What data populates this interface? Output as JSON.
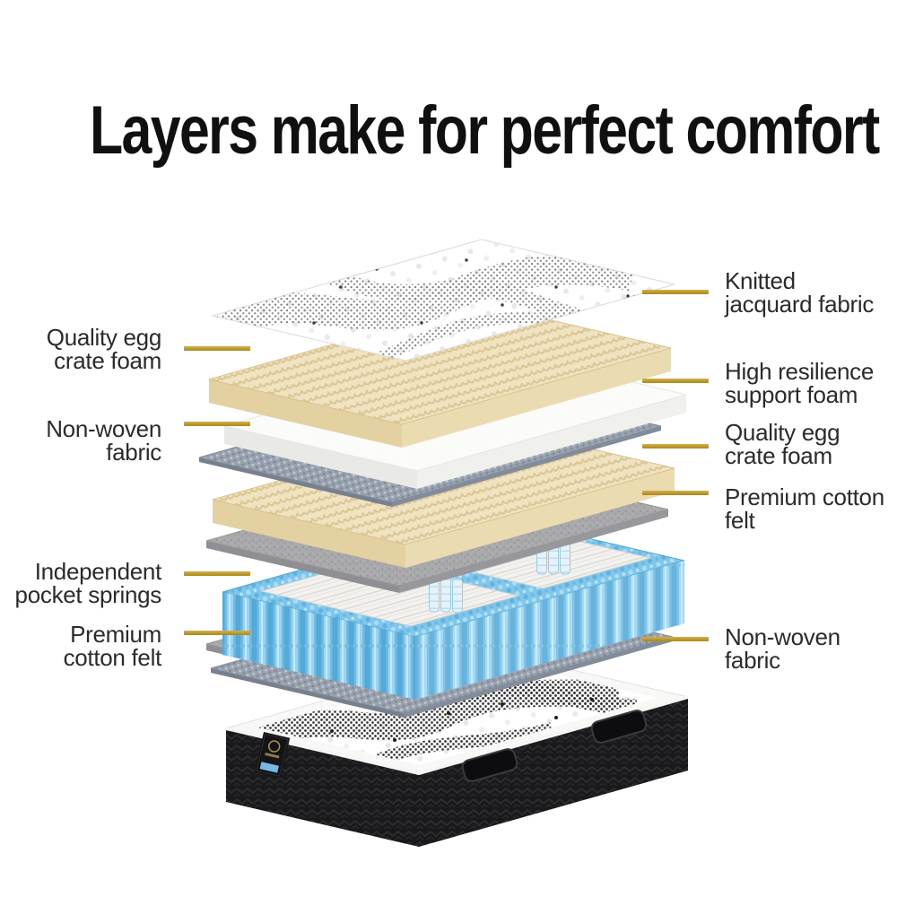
{
  "title": "Layers make for perfect comfort",
  "callouts": {
    "left": [
      {
        "label": "Quality egg\ncrate foam"
      },
      {
        "label": "Non-woven\nfabric"
      },
      {
        "label": "Independent\npocket springs"
      },
      {
        "label": "Premium\ncotton felt"
      }
    ],
    "right": [
      {
        "label": "Knitted\njacquard fabric"
      },
      {
        "label": "High resilience\nsupport foam"
      },
      {
        "label": "Quality egg\ncrate foam"
      },
      {
        "label": "Premium cotton\nfelt"
      },
      {
        "label": "Non-woven\nfabric"
      }
    ]
  },
  "colors": {
    "leader_line": "#C49A1C",
    "title_text": "#101010",
    "label_text": "#2B2B2B",
    "egg_crate_foam": "#EFE3C1",
    "support_foam": "#FBFBF9",
    "non_woven_fabric": "#98A1AE",
    "cotton_felt": "#A9A9AB",
    "pocket_springs": "#6FBCE4",
    "spring_panel_white": "#F3F2EF",
    "mattress_side": "#1B1B1D",
    "brand_tag_stripe": "#79B7E4"
  }
}
